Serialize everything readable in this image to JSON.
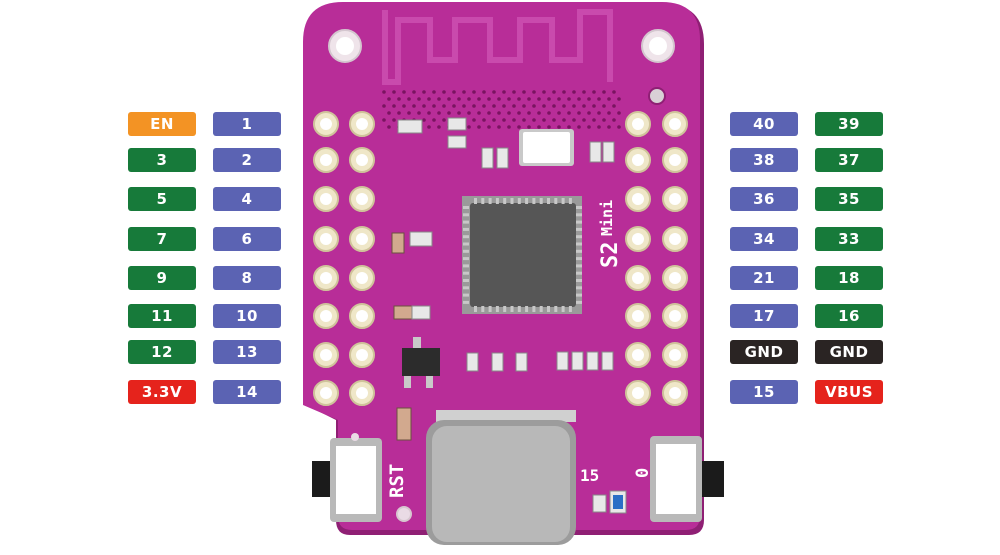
{
  "colors": {
    "board": "#b82d98",
    "board_edge": "#8f1f74",
    "gpio": "#177a3a",
    "pin_number": "#5b63b3",
    "en": "#f39324",
    "power": "#e5231c",
    "ground": "#2a2423",
    "chip": "#565656"
  },
  "board": {
    "module_name": "S2 Mini",
    "module_prefix": "S2",
    "module_suffix": "Mini",
    "reset_label": "RST",
    "button_right_label": "0",
    "led_label": "15"
  },
  "left_outer": [
    {
      "label": "EN",
      "kind": "en"
    },
    {
      "label": "3",
      "kind": "gpio"
    },
    {
      "label": "5",
      "kind": "gpio"
    },
    {
      "label": "7",
      "kind": "gpio"
    },
    {
      "label": "9",
      "kind": "gpio"
    },
    {
      "label": "11",
      "kind": "gpio"
    },
    {
      "label": "12",
      "kind": "gpio"
    },
    {
      "label": "3.3V",
      "kind": "power"
    }
  ],
  "left_inner": [
    {
      "label": "1",
      "kind": "pin_number"
    },
    {
      "label": "2",
      "kind": "pin_number"
    },
    {
      "label": "4",
      "kind": "pin_number"
    },
    {
      "label": "6",
      "kind": "pin_number"
    },
    {
      "label": "8",
      "kind": "pin_number"
    },
    {
      "label": "10",
      "kind": "pin_number"
    },
    {
      "label": "13",
      "kind": "pin_number"
    },
    {
      "label": "14",
      "kind": "pin_number"
    }
  ],
  "right_inner": [
    {
      "label": "40",
      "kind": "pin_number"
    },
    {
      "label": "38",
      "kind": "pin_number"
    },
    {
      "label": "36",
      "kind": "pin_number"
    },
    {
      "label": "34",
      "kind": "pin_number"
    },
    {
      "label": "21",
      "kind": "pin_number"
    },
    {
      "label": "17",
      "kind": "pin_number"
    },
    {
      "label": "GND",
      "kind": "ground"
    },
    {
      "label": "15",
      "kind": "pin_number"
    }
  ],
  "right_outer": [
    {
      "label": "39",
      "kind": "gpio"
    },
    {
      "label": "37",
      "kind": "gpio"
    },
    {
      "label": "35",
      "kind": "gpio"
    },
    {
      "label": "33",
      "kind": "gpio"
    },
    {
      "label": "18",
      "kind": "gpio"
    },
    {
      "label": "16",
      "kind": "gpio"
    },
    {
      "label": "GND",
      "kind": "ground"
    },
    {
      "label": "VBUS",
      "kind": "power"
    }
  ]
}
